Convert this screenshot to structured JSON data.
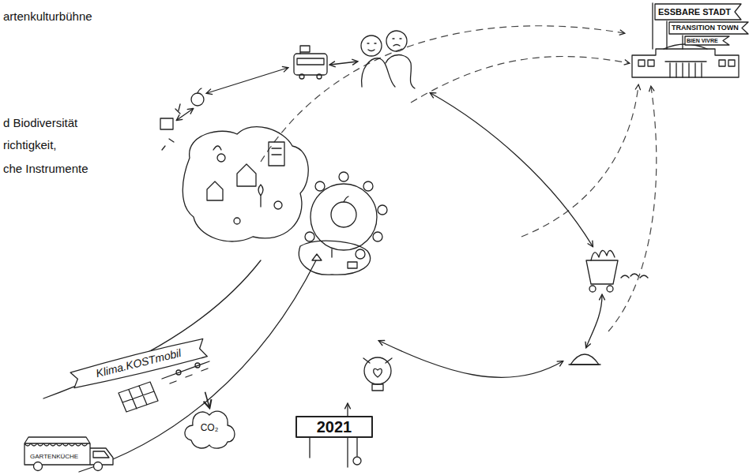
{
  "diagram": {
    "nodes": [
      {
        "text": [
          "ESSBARE STADT"
        ]
      },
      {
        "text": [
          "TRANSITION TOWN"
        ]
      },
      {
        "text": [
          "BIEN VIVRE"
        ]
      },
      {
        "text": [
          "2021"
        ]
      },
      {
        "text": [
          "Klima.KOSTmobil"
        ]
      },
      {
        "text": [
          "GARTENKÜCHE"
        ]
      },
      {
        "text": [
          "CO₂"
        ]
      }
    ],
    "edges": [
      {
        "from": 4,
        "to": 6,
        "arrow": "to"
      }
    ],
    "labels": [
      "artenkulturbühne",
      "d Biodiversität",
      "richtigkeit,",
      "che Instrumente"
    ]
  }
}
